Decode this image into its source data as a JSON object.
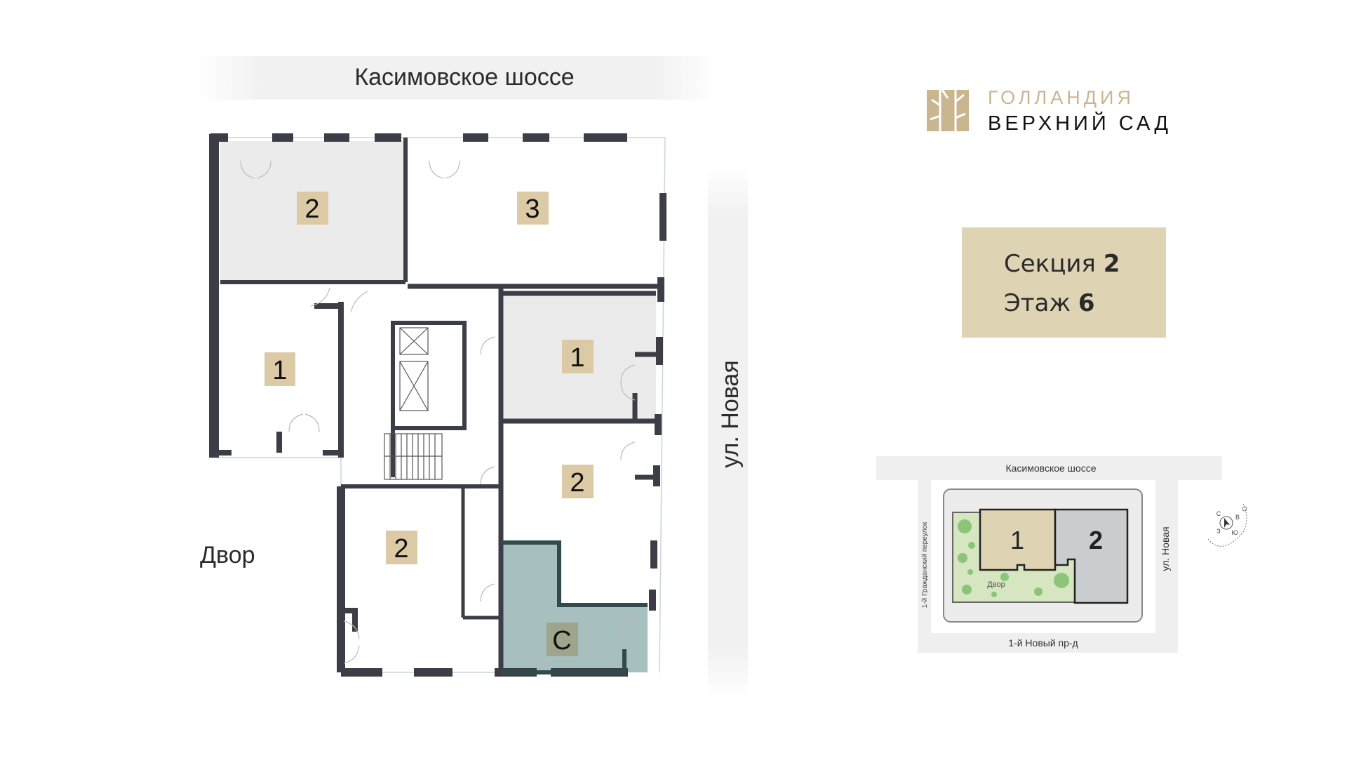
{
  "plan": {
    "road_top": "Касимовское шоссе",
    "road_right": "ул. Новая",
    "yard": "Двор",
    "rooms": [
      {
        "label": "2",
        "type": "apartment"
      },
      {
        "label": "3",
        "type": "apartment"
      },
      {
        "label": "1",
        "type": "apartment"
      },
      {
        "label": "1",
        "type": "apartment"
      },
      {
        "label": "2",
        "type": "apartment"
      },
      {
        "label": "2",
        "type": "apartment"
      },
      {
        "label": "С",
        "type": "commercial"
      }
    ]
  },
  "logo": {
    "line1": "ГОЛЛАНДИЯ",
    "line2": "ВЕРХНИЙ САД"
  },
  "info": {
    "section_label": "Секция",
    "section_value": "2",
    "floor_label": "Этаж",
    "floor_value": "6"
  },
  "minimap": {
    "road_top": "Касимовское шоссе",
    "road_left": "1-й Гражданский переулок",
    "road_right": "ул. Новая",
    "road_bottom": "1-й Новый пр-д",
    "yard": "Двор",
    "section1": "1",
    "section2": "2",
    "compass": {
      "n": "С",
      "e": "В",
      "s": "Ю",
      "w": "З"
    }
  },
  "colors": {
    "wall": "#3d3d47",
    "label": "#dccaa6",
    "commercial": "#a7bfbf",
    "accent": "#c9b68f"
  }
}
